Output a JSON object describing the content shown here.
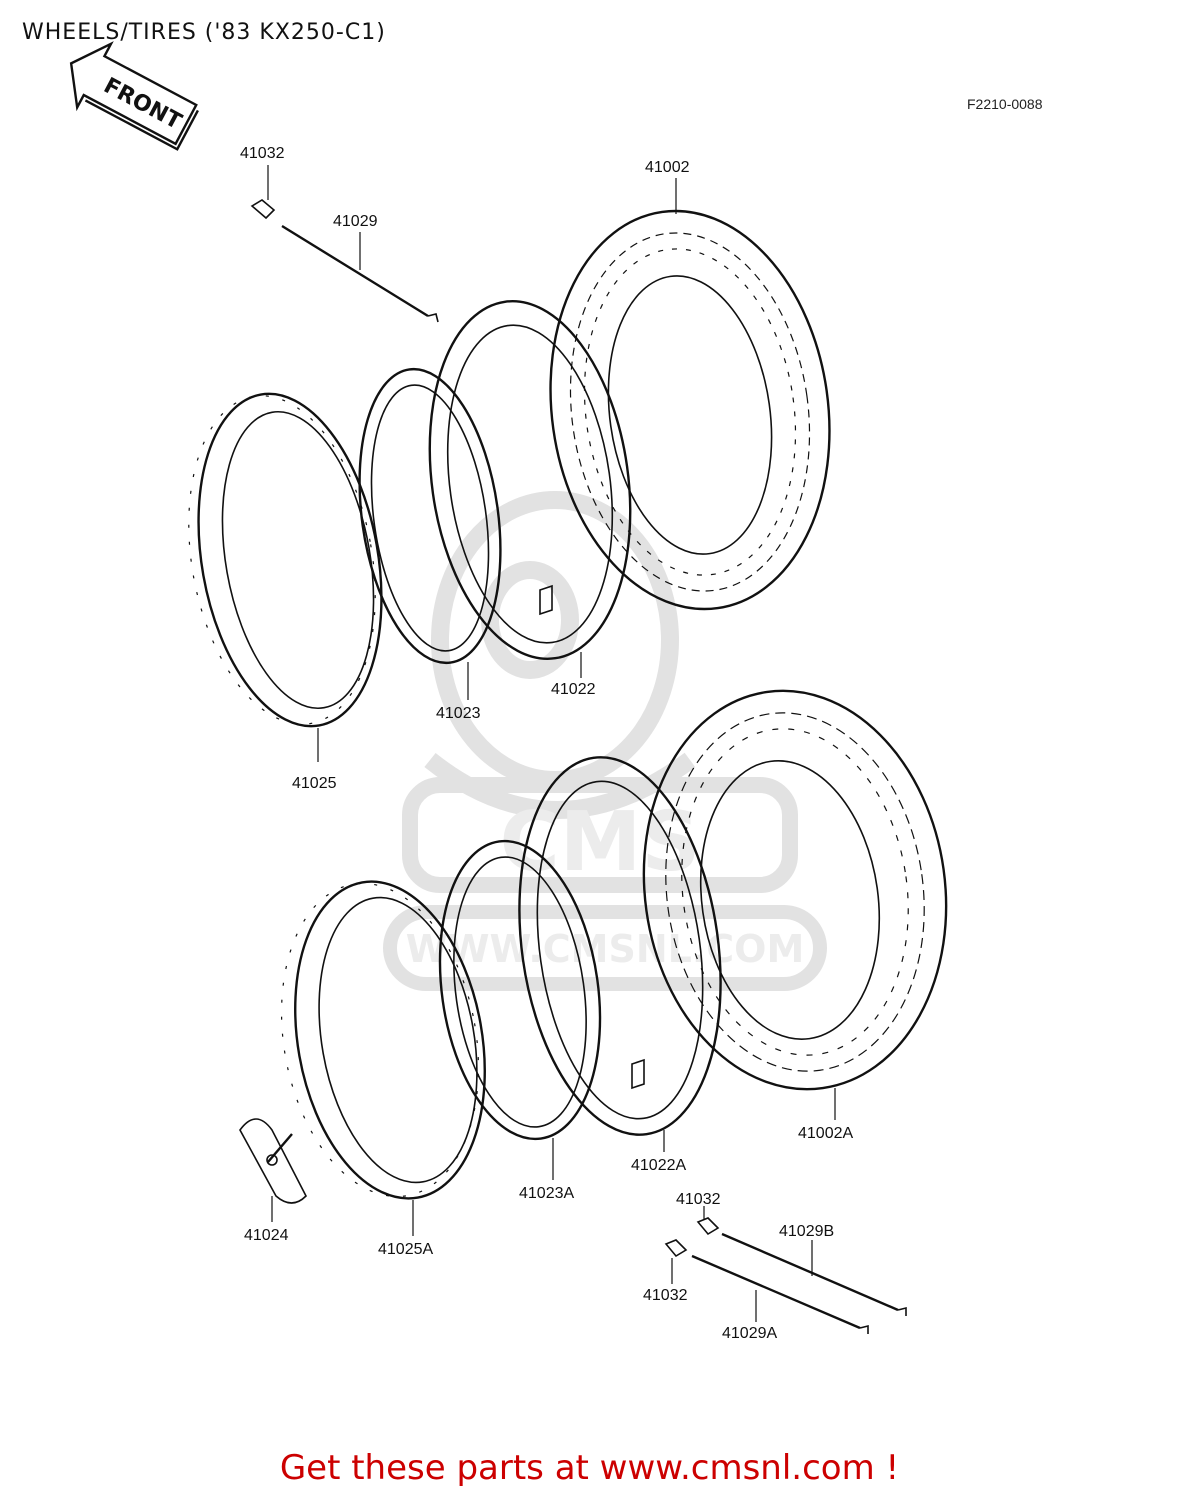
{
  "header": {
    "title": "WHEELS/TIRES ('83 KX250-C1)",
    "figure_code": "F2210-0088"
  },
  "direction_arrow": {
    "label": "FRONT"
  },
  "watermark": {
    "brand": "CMS",
    "url": "WWW.CMSNL.COM"
  },
  "parts": {
    "p41032_top": "41032",
    "p41029": "41029",
    "p41002": "41002",
    "p41022": "41022",
    "p41023": "41023",
    "p41025": "41025",
    "p41002A": "41002A",
    "p41022A": "41022A",
    "p41023A": "41023A",
    "p41025A": "41025A",
    "p41024": "41024",
    "p41032_mid": "41032",
    "p41029B": "41029B",
    "p41032_low": "41032",
    "p41029A": "41029A"
  },
  "footer": {
    "text": "Get these parts at www.cmsnl.com !",
    "color": "#cc0000"
  },
  "colors": {
    "line": "#111111",
    "watermark": "#e2e2e2"
  }
}
